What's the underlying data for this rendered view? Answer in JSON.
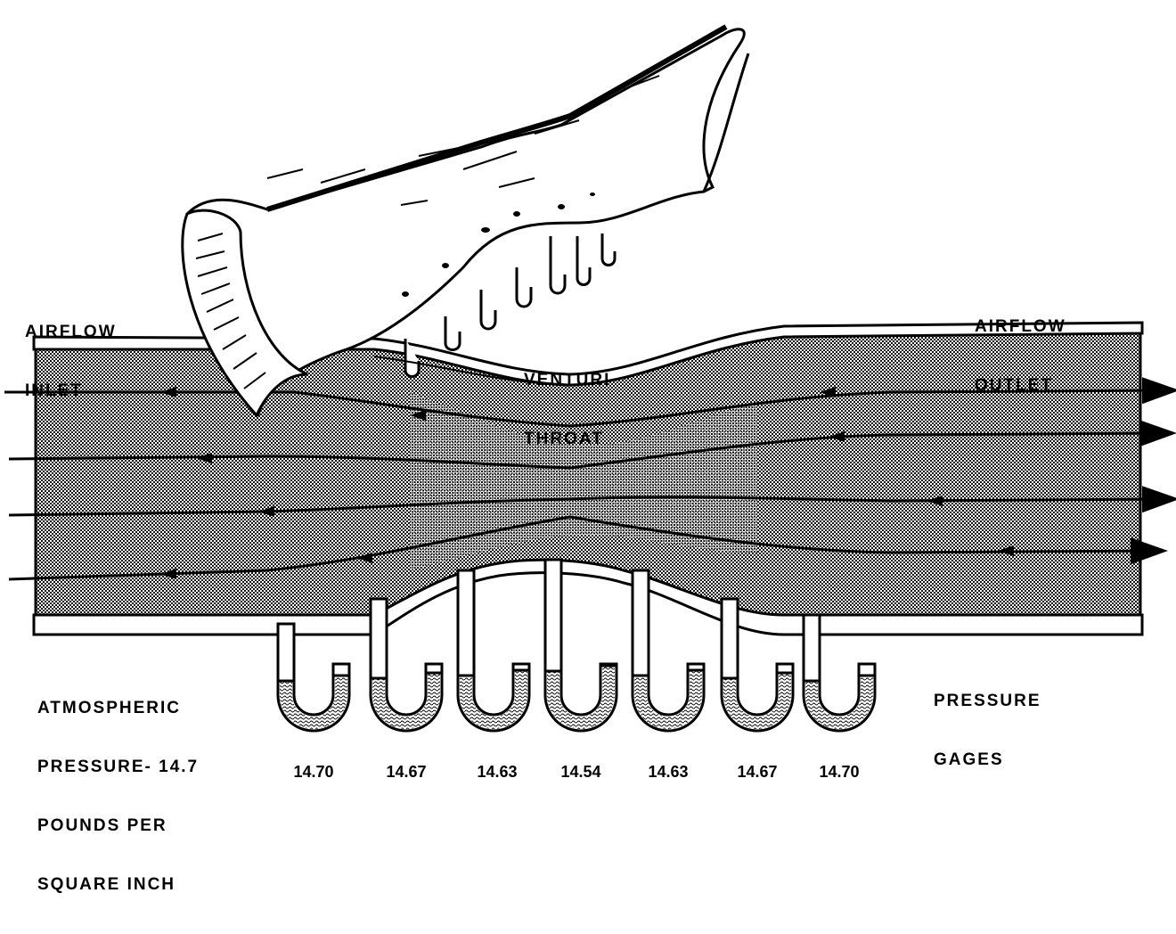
{
  "labels": {
    "inlet_line1": "AIRFLOW",
    "inlet_line2": "INLET",
    "outlet_line1": "AIRFLOW",
    "outlet_line2": "OUTLET",
    "throat_line1": "VENTURI",
    "throat_line2": "THROAT",
    "atm_line1": "ATMOSPHERIC",
    "atm_line2": "PRESSURE- 14.7",
    "atm_line3": "POUNDS PER",
    "atm_line4": "SQUARE INCH",
    "gages_line1": "PRESSURE",
    "gages_line2": "GAGES"
  },
  "gauges": [
    {
      "reading": "14.70",
      "level": 0.3
    },
    {
      "reading": "14.67",
      "level": 0.45
    },
    {
      "reading": "14.63",
      "level": 0.6
    },
    {
      "reading": "14.54",
      "level": 0.85
    },
    {
      "reading": "14.63",
      "level": 0.6
    },
    {
      "reading": "14.67",
      "level": 0.45
    },
    {
      "reading": "14.70",
      "level": 0.3
    }
  ],
  "colors": {
    "ink": "#000000",
    "paper": "#ffffff",
    "air_fill": "#5a5a5a"
  }
}
